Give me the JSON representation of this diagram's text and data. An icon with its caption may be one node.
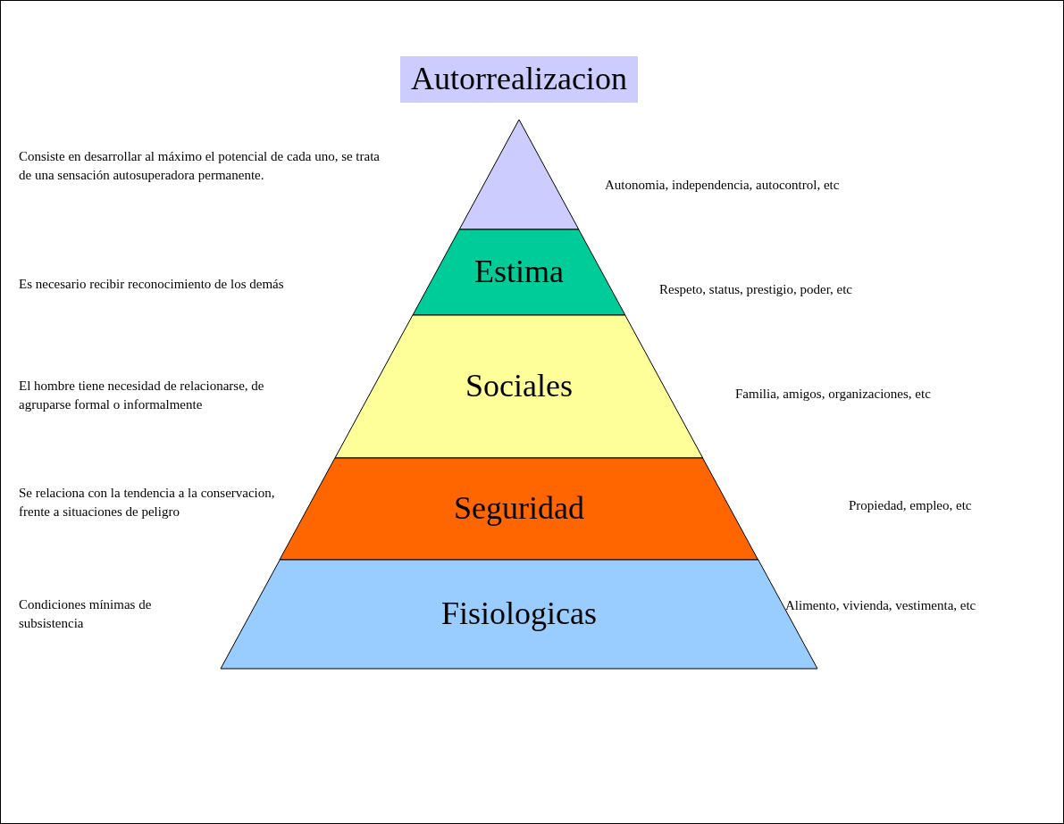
{
  "diagram": {
    "nodes": [
      {
        "text": [
          "Autorrealizacion"
        ]
      },
      {
        "text": [
          "Estima"
        ]
      },
      {
        "text": [
          "Sociales"
        ]
      },
      {
        "text": [
          "Seguridad"
        ]
      },
      {
        "text": [
          "Fisiologicas"
        ]
      }
    ],
    "labels": [
      "Consiste en desarrollar al máximo el potencial de cada uno, se trata de una sensación autosuperadora permanente.",
      "Autonomia, independencia, autocontrol, etc",
      "Es necesario recibir reconocimiento de los demás",
      "Respeto, status, prestigio, poder, etc",
      "El hombre tiene necesidad de relacionarse, de agruparse formal o informalmente",
      "Familia, amigos, organizaciones, etc",
      "Se relaciona con la tendencia a la conservacion, frente a situaciones de peligro",
      "Propiedad, empleo, etc",
      "Condiciones mínimas de subsistencia",
      "Alimento, vivienda, vestimenta, etc"
    ]
  }
}
